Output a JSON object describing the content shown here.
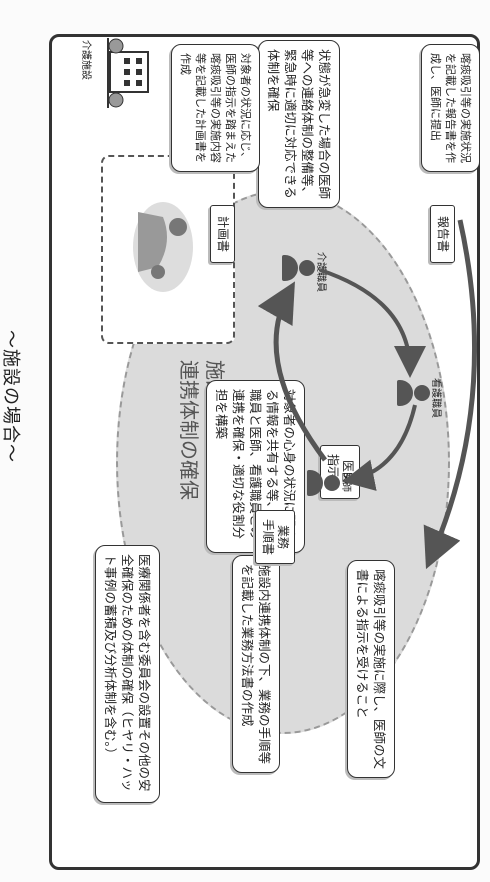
{
  "page": {
    "title": "～施設の場合～"
  },
  "facility": {
    "label": "介護施設",
    "system_title_line1": "施設内における",
    "system_title_line2": "連携体制の確保"
  },
  "roles": {
    "care_worker": "介護職員",
    "nurse": "看護職員",
    "doctor": "医師"
  },
  "documents": {
    "plan": "計画書",
    "report": "報告書",
    "manual_line1": "業務",
    "manual_line2": "手順書",
    "instruction_line1": "医師",
    "instruction_line2": "指示書"
  },
  "bubbles": {
    "emergency": "状態が急変した場合の医師等への連絡体制の整備等、緊急時に適切に対応できる体制を確保",
    "safety": "医療関係者を含む委員会の設置その他の安全確保のための体制の確保（ヒヤリ・ハット事例の蓄積及び分析体制を含む。）",
    "procedures": "施設内連携体制の下、業務の手順等を記載した業務方法書の作成",
    "doctor_instruction": "喀痰吸引等の実施に際し、医師の文書による指示を受けること",
    "sharing": "対象者の心身の状況に関する情報を共有する等、介護職員と医師、看護職員との連携を確保・適切な役割分担を構築",
    "plan_creation": "対象者の状況に応じ、医師の指示を踏まえた喀痰吸引等の実施内容等を記載した計画書を作成",
    "report": "喀痰吸引等の実施状況を記載した報告書を作成し、医師に提出"
  }
}
